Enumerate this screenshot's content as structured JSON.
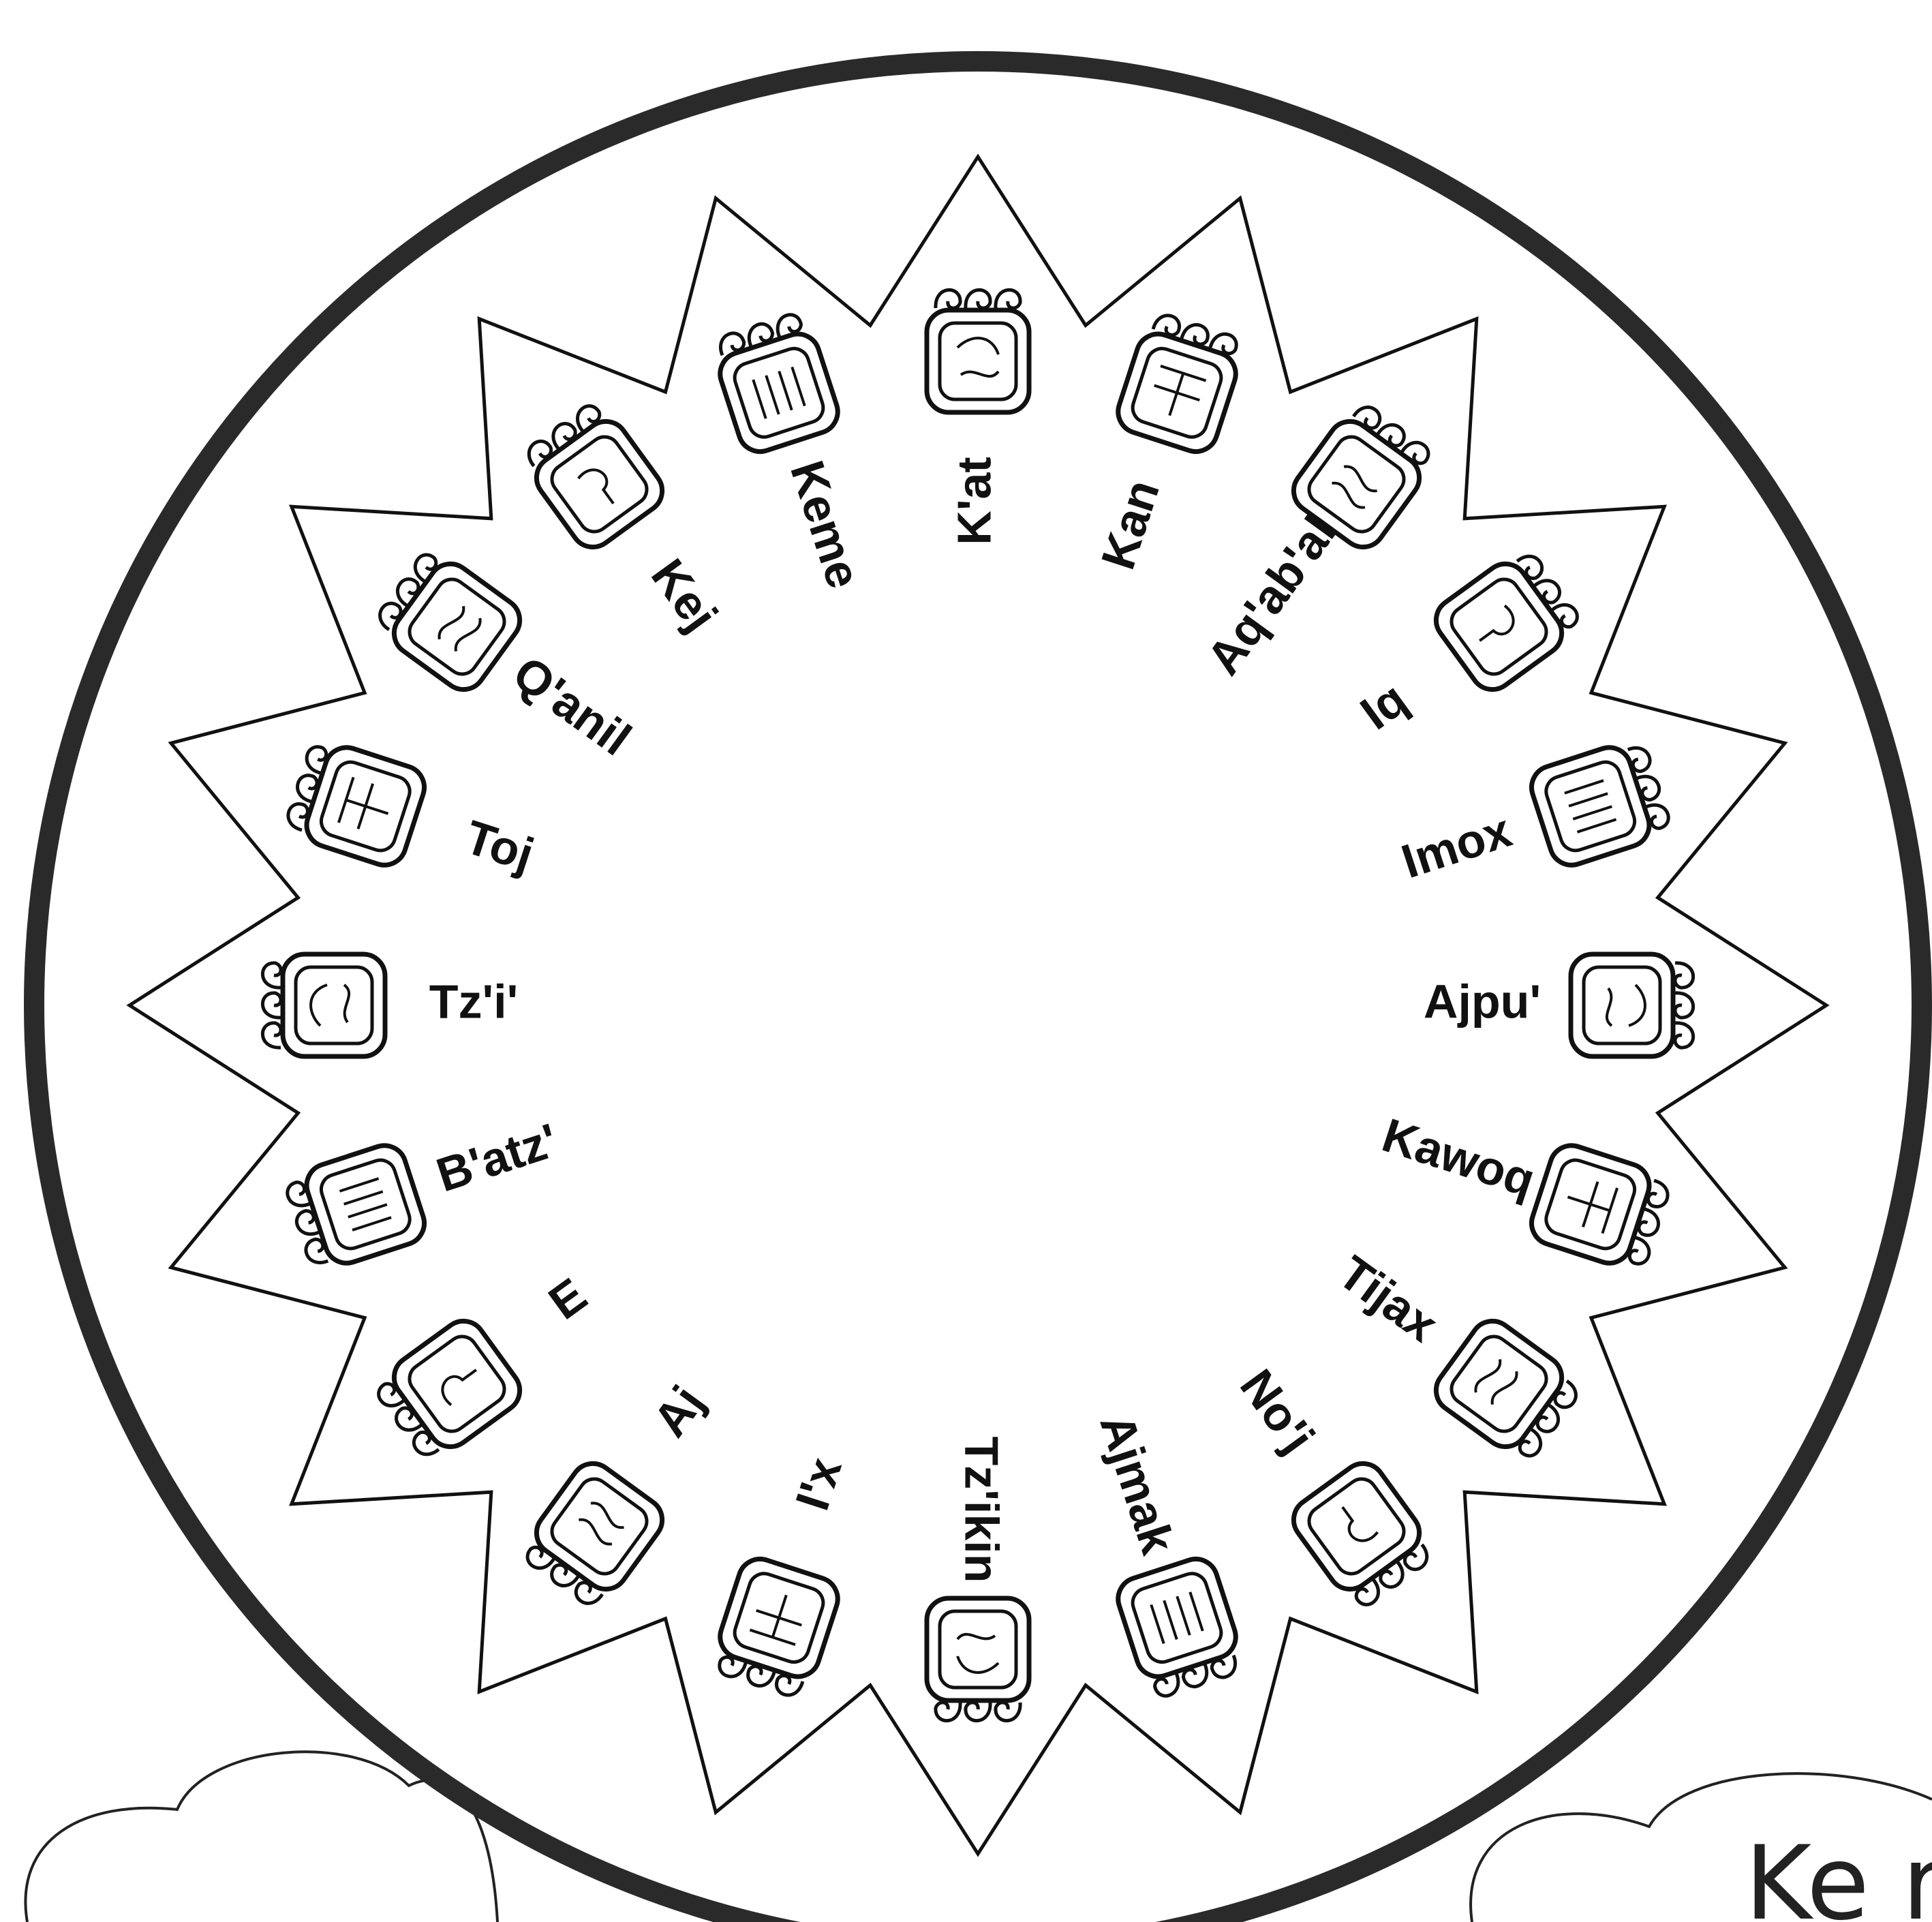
{
  "colors": {
    "ink": "#111111",
    "ring": "#2a2a2a",
    "background": "#ffffff"
  },
  "calendar": {
    "day_signs": [
      {
        "name": "K'at"
      },
      {
        "name": "Kan"
      },
      {
        "name": "Aq'ab'al"
      },
      {
        "name": "Iq"
      },
      {
        "name": "Imox"
      },
      {
        "name": "Ajpu'"
      },
      {
        "name": "Kawoq"
      },
      {
        "name": "Tijax"
      },
      {
        "name": "No'j"
      },
      {
        "name": "Ajmak"
      },
      {
        "name": "Tz'ikin"
      },
      {
        "name": "I'x"
      },
      {
        "name": "Aj"
      },
      {
        "name": "E"
      },
      {
        "name": "B'atz'"
      },
      {
        "name": "Tz'i'"
      },
      {
        "name": "Toj"
      },
      {
        "name": "Q'anil"
      },
      {
        "name": "Kej"
      },
      {
        "name": "Keme"
      }
    ]
  },
  "decoration": {
    "cloud_text_right": "Ke r"
  }
}
